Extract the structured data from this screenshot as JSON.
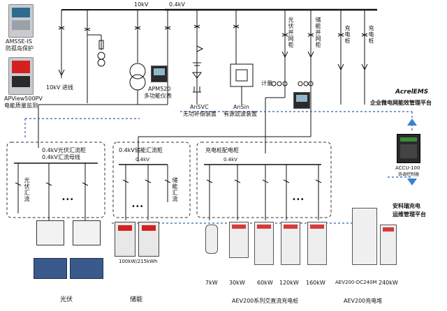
{
  "colors": {
    "wire": "#111111",
    "dashed_link": "#2f5fb0",
    "panel_border": "#333333",
    "device_gray": "#c8ccd0",
    "device_dark": "#2a2a2a",
    "screen_red": "#d42020",
    "solar_blue": "#3a5a8c",
    "charger_red": "#d83a3a"
  },
  "top": {
    "bus_10kv": "10kV",
    "bus_04kv": "0.4kV",
    "amsse_label": "AMSSE-IS",
    "amsse_desc": "防孤岛保护",
    "apview_label": "APView500PV",
    "apview_desc": "电能质量监测",
    "incoming": "10kV 进线",
    "apm_model": "APM520",
    "apm_desc": "多功能仪表",
    "ansvc_model": "AnSVC",
    "ansvc_desc": "无功补偿装置",
    "ansin_model": "AnSin",
    "ansin_desc": "有源滤波装置",
    "metering": "计量",
    "pv_cabinet": "光伏并网柜",
    "storage_cabinet": "储能并网柜",
    "charge_pile": "充电桩",
    "charge_stack": "充电桩"
  },
  "ems": {
    "title": "AcrelEMS",
    "subtitle": "企业微电网能效管理平台",
    "controller_model": "ACCU-100",
    "controller_desc": "协调控制器",
    "ops_line1": "安科瑞充电",
    "ops_line2": "运维管理平台"
  },
  "panels": {
    "pv_title": "0.4kV光伏汇流柜",
    "pv_bus": "0.4kV汇流母线",
    "pv_combiner": "光伏汇流",
    "storage_title": "0.4kV储能汇流柜",
    "storage_bus": "0.4kV",
    "storage_combiner": "储能汇流",
    "charge_title": "充电桩配电柜",
    "charge_bus": "0.4kV",
    "ellipsis": "•••"
  },
  "bottom": {
    "storage_spec": "100kW/215kWh",
    "pv_caption": "光伏",
    "storage_caption": "储能",
    "ac_dc_caption": "AEV200系列交直流充电桩",
    "stack_caption": "AEV200充电堆",
    "ratings": [
      "7kW",
      "30kW",
      "60kW",
      "120kW",
      "160kW",
      "AEV200-DC240M",
      "240kW"
    ]
  }
}
